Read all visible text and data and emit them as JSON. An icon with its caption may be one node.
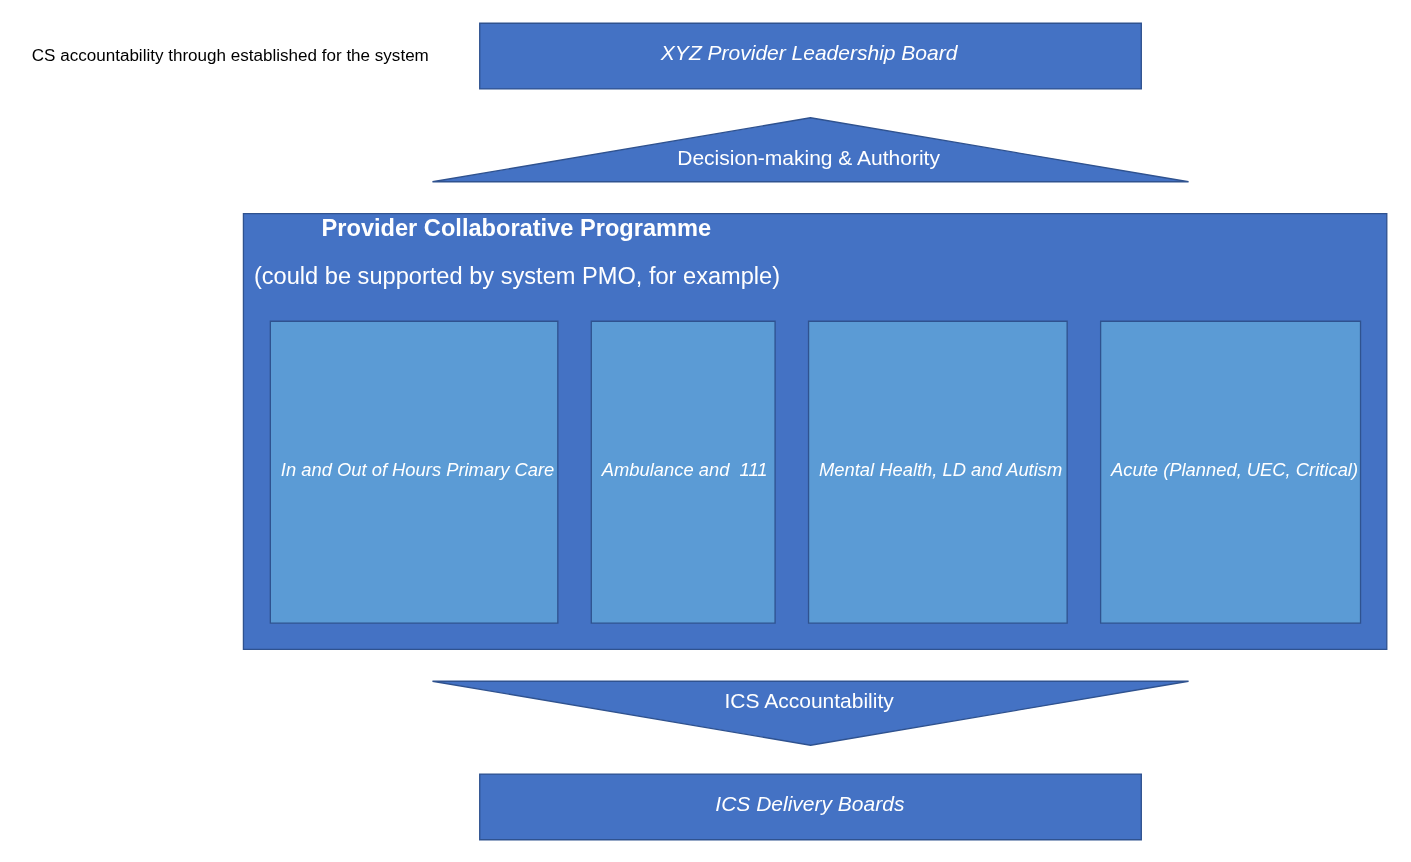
{
  "diagram": {
    "nodes": [
      {
        "text": [
          "XYZ Provider Leadership Board"
        ]
      },
      {
        "text": [
          "Decision-making & Authority"
        ]
      },
      {
        "text": [
          "Provider Collaborative Programme",
          "(could be supported by system PMO, for example)"
        ]
      },
      {
        "text": [
          "Acute (Planned, UEC, Critical)"
        ],
        "in": 2
      },
      {
        "text": [
          "Mental Health, LD and Autism"
        ],
        "in": 2
      },
      {
        "text": [
          "Ambulance and  111"
        ],
        "in": 2
      },
      {
        "text": [
          "In and Out of Hours Primary Care"
        ],
        "in": 2
      },
      {
        "text": [
          "ICS Accountability"
        ]
      },
      {
        "text": [
          "ICS Delivery Boards"
        ]
      }
    ],
    "edges": [],
    "labels": [
      "CS accountability through established for the system"
    ]
  }
}
